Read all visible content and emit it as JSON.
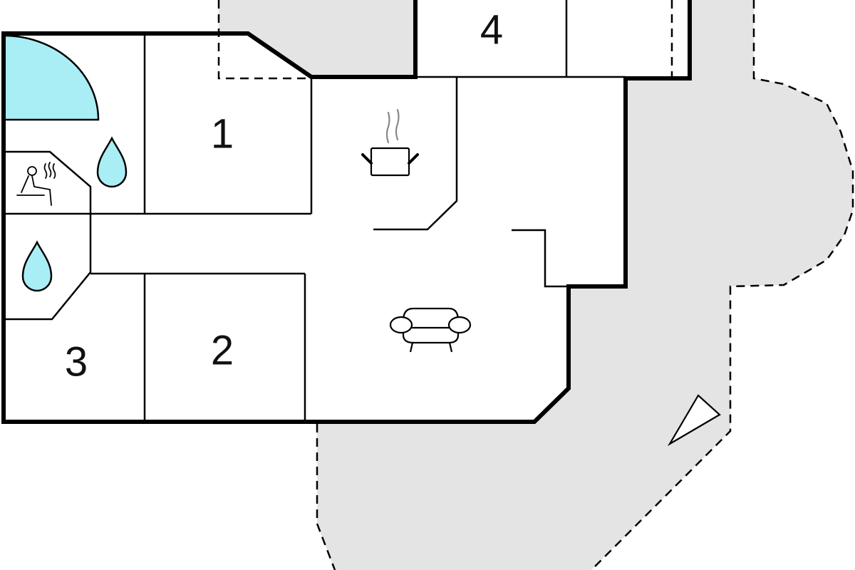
{
  "floorplan": {
    "rooms": [
      {
        "id": "1",
        "label": "1"
      },
      {
        "id": "2",
        "label": "2"
      },
      {
        "id": "3",
        "label": "3"
      },
      {
        "id": "4",
        "label": "4"
      }
    ],
    "icons": [
      "shower-icon",
      "shower-icon",
      "sauna-icon",
      "cooking-pot-icon",
      "armchair-icon",
      "compass-arrow-icon"
    ],
    "colors": {
      "terrace": "#e4e4e4",
      "water": "#aaeef5",
      "wall": "#000000",
      "floor": "#ffffff"
    }
  }
}
